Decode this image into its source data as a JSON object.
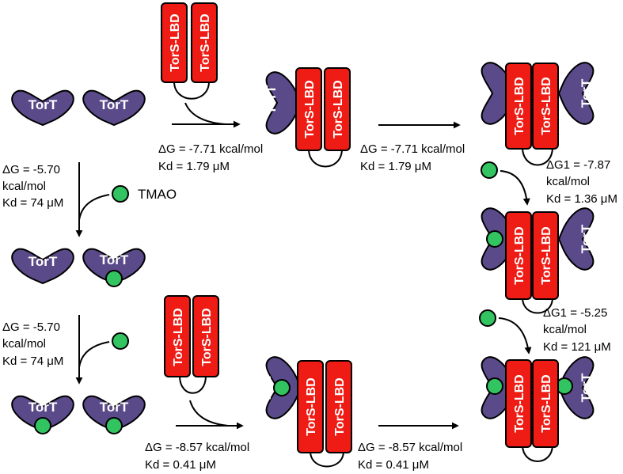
{
  "colors": {
    "tort": "#5b4a8a",
    "lbd": "#ee1c14",
    "tmao": "#33c462",
    "ink": "#000000"
  },
  "labels": {
    "tort": "TorT",
    "lbd": "TorS-LBD",
    "ligand": "TMAO"
  },
  "energetics": {
    "e1": {
      "dg": "ΔG  =  -5.70",
      "unit": "kcal/mol",
      "kd": "Kd = 74 μM"
    },
    "e2": {
      "dg": "ΔG = -5.70",
      "unit": "kcal/mol",
      "kd": "Kd = 74 μM"
    },
    "e3": {
      "dg": "ΔG = -7.71 kcal/mol",
      "kd": "Kd = 1.79 μM"
    },
    "e4": {
      "dg": "ΔG = -7.71 kcal/mol",
      "kd": "Kd = 1.79 μM"
    },
    "e5": {
      "dg": "ΔG1 = -7.87",
      "unit": "kcal/mol",
      "kd": "Kd = 1.36 μM"
    },
    "e6": {
      "dg": "ΔG1 = -5.25",
      "unit": "kcal/mol",
      "kd": "Kd = 121  μM"
    },
    "e7": {
      "dg": "ΔG = -8.57 kcal/mol",
      "kd": "Kd = 0.41  μM"
    },
    "e8": {
      "dg": "ΔG = -8.57 kcal/mol",
      "kd": "Kd = 0.41  μM"
    }
  }
}
